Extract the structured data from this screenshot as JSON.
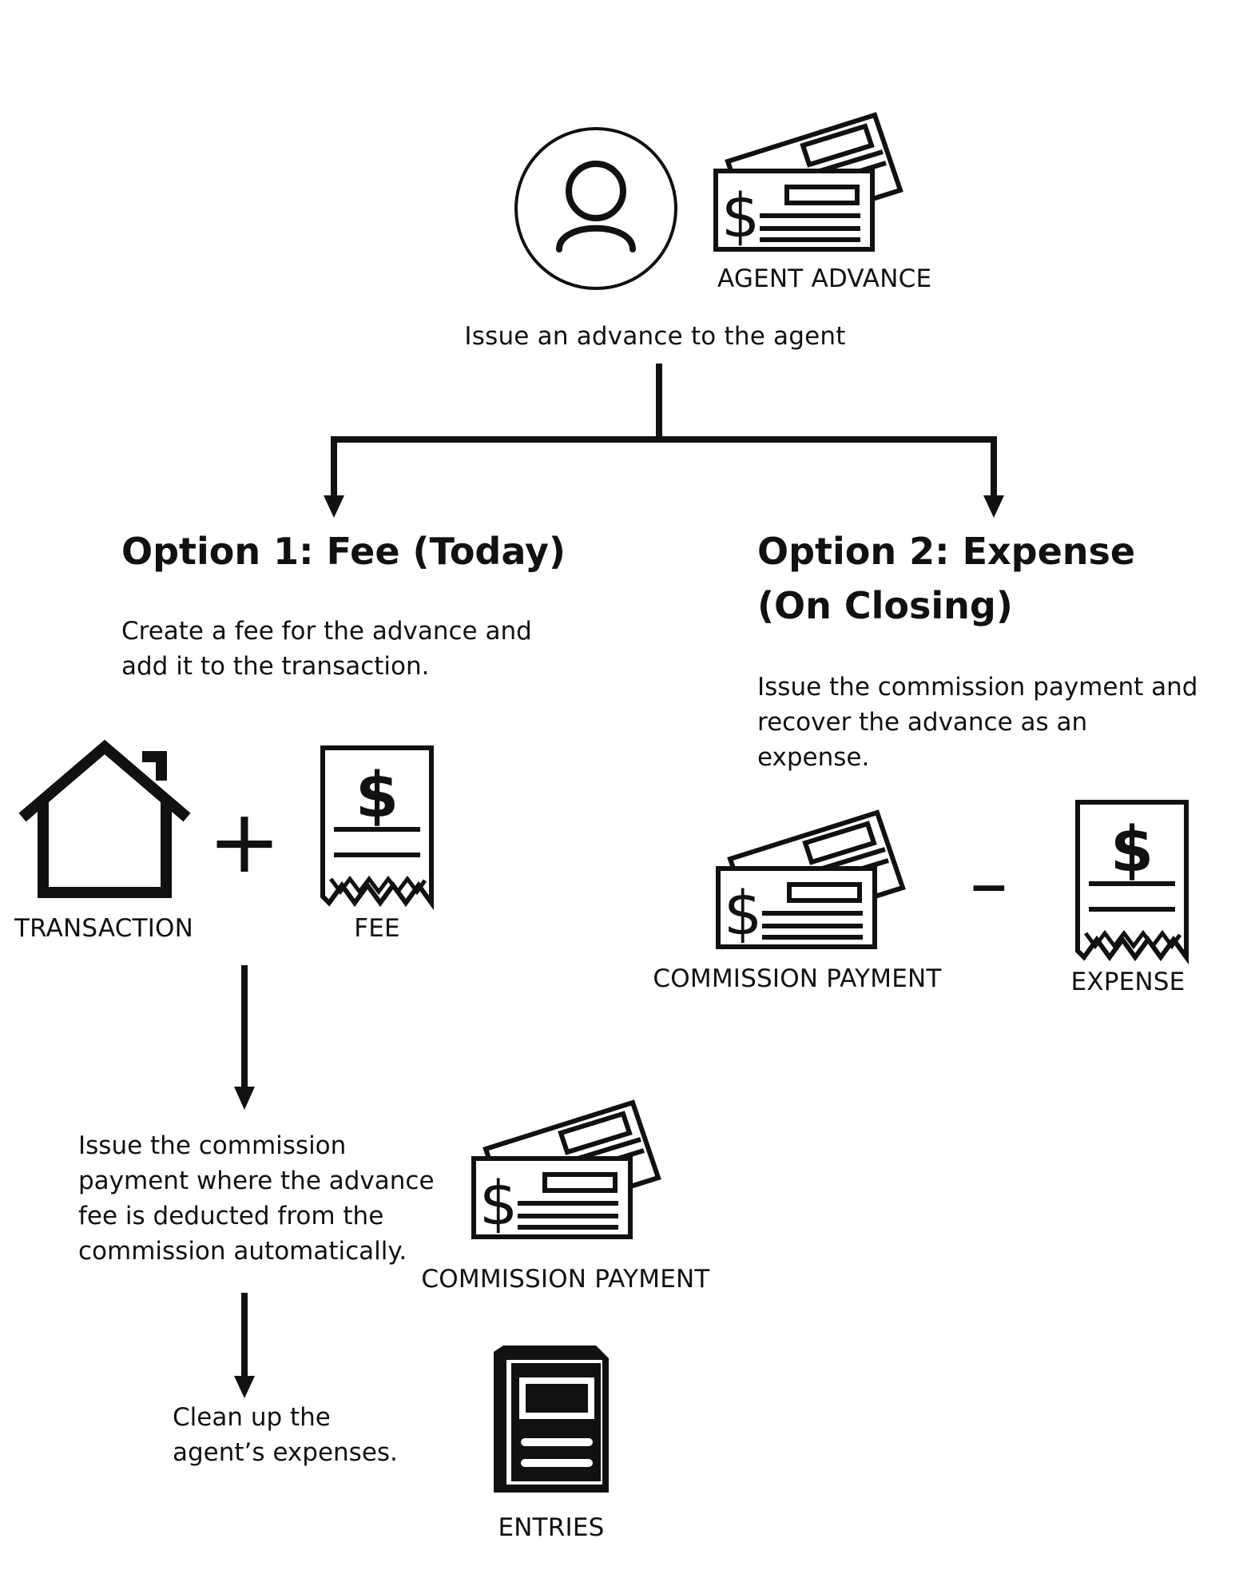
{
  "top": {
    "agent_advance_label": "AGENT ADVANCE",
    "caption": "Issue an advance to the agent",
    "icons": [
      "user-icon",
      "check-icon"
    ]
  },
  "option1": {
    "heading": "Option 1: Fee (Today)",
    "description": "Create a fee for the advance and add it to the transaction.",
    "transaction_label": "TRANSACTION",
    "fee_label": "FEE",
    "operator": "+",
    "step2_text": "Issue the commission payment where the advance fee is deducted from the commission automatically.",
    "commission_label": "COMMISSION PAYMENT",
    "step3_text": "Clean up the agent’s expenses.",
    "entries_label": "ENTRIES",
    "icons": [
      "house-icon",
      "receipt-icon",
      "check-icon",
      "ledger-book-icon"
    ]
  },
  "option2": {
    "heading": "Option 2: Expense (On Closing)",
    "description": "Issue the commission payment and recover the advance as an expense.",
    "commission_label": "COMMISSION PAYMENT",
    "expense_label": "EXPENSE",
    "operator": "–",
    "icons": [
      "check-icon",
      "receipt-icon"
    ]
  }
}
